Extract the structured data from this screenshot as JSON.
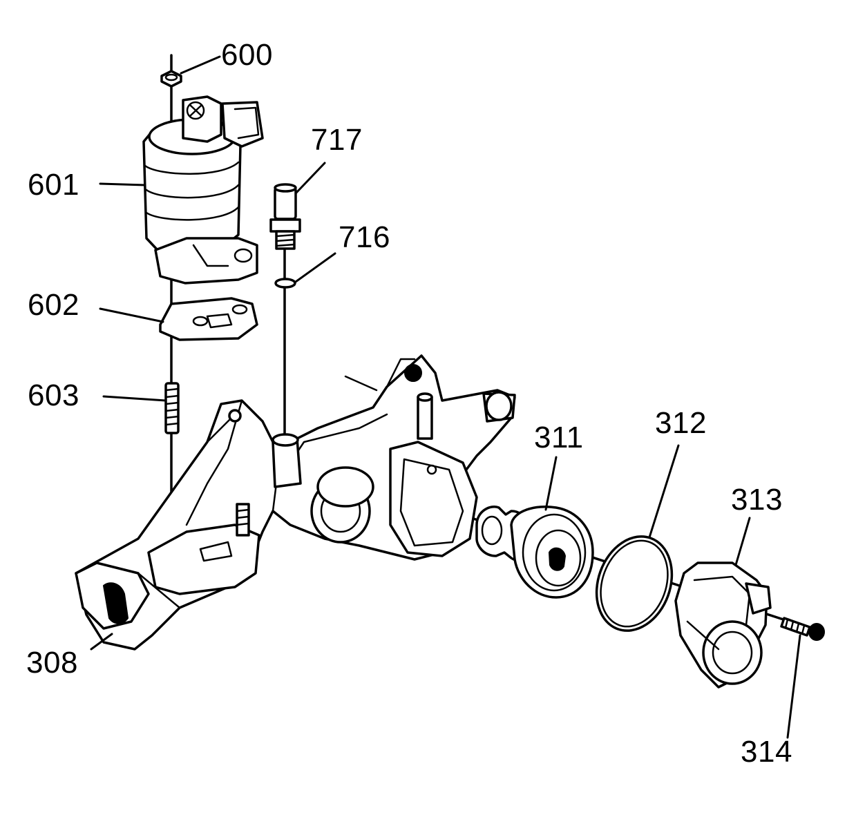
{
  "callouts": {
    "c600": "600",
    "c601": "601",
    "c602": "602",
    "c603": "603",
    "c717": "717",
    "c716": "716",
    "c311": "311",
    "c312": "312",
    "c313": "313",
    "c308": "308",
    "c314": "314"
  },
  "colors": {
    "line": "#000000",
    "background": "#ffffff"
  }
}
